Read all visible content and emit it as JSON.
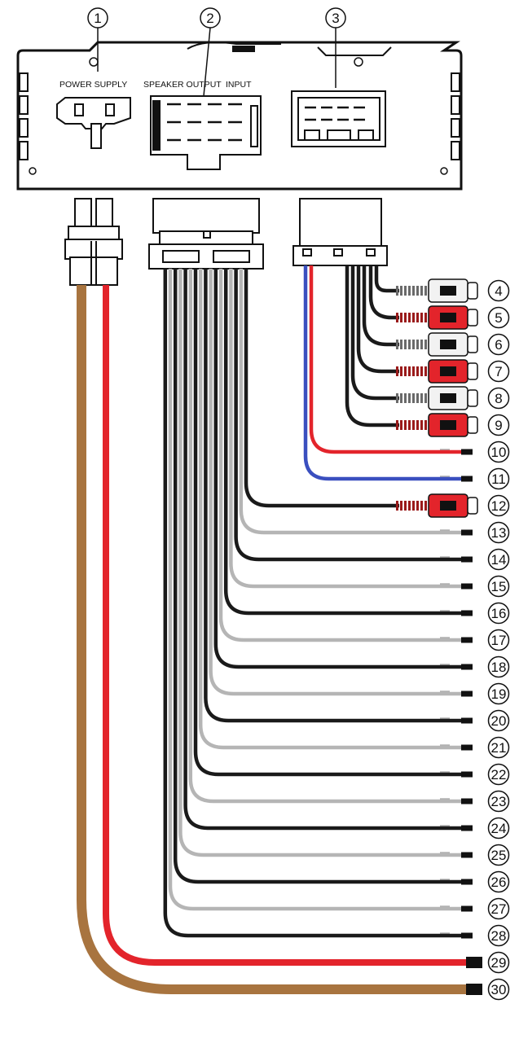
{
  "port_labels": {
    "power": "POWER SUPPLY",
    "speaker": "SPEAKER OUTPUT",
    "input": "INPUT"
  },
  "top_callouts": [
    "1",
    "2",
    "3"
  ],
  "wire_callouts": [
    "4",
    "5",
    "6",
    "7",
    "8",
    "9",
    "10",
    "11",
    "12",
    "13",
    "14",
    "15",
    "16",
    "17",
    "18",
    "19",
    "20",
    "21",
    "22",
    "23",
    "24",
    "25",
    "26",
    "27",
    "28",
    "29",
    "30"
  ],
  "colors": {
    "black": "#1a1a1a",
    "gray": "#b5b5b5",
    "red": "#e3242b",
    "blue": "#3a4fbf",
    "brown": "#a8743f",
    "rca_red": "#e3242b",
    "rca_white": "#f2f2f2"
  },
  "wires": [
    {
      "id": "4",
      "type": "rca",
      "color": "white"
    },
    {
      "id": "5",
      "type": "rca",
      "color": "red"
    },
    {
      "id": "6",
      "type": "rca",
      "color": "white"
    },
    {
      "id": "7",
      "type": "rca",
      "color": "red"
    },
    {
      "id": "8",
      "type": "rca",
      "color": "white"
    },
    {
      "id": "9",
      "type": "rca",
      "color": "red"
    },
    {
      "id": "10",
      "type": "lead",
      "color": "red"
    },
    {
      "id": "11",
      "type": "lead",
      "color": "blue"
    },
    {
      "id": "12",
      "type": "rca",
      "color": "red"
    },
    {
      "id": "13",
      "type": "lead",
      "color": "gray"
    },
    {
      "id": "14",
      "type": "lead",
      "color": "black"
    },
    {
      "id": "15",
      "type": "lead",
      "color": "gray"
    },
    {
      "id": "16",
      "type": "lead",
      "color": "black"
    },
    {
      "id": "17",
      "type": "lead",
      "color": "gray"
    },
    {
      "id": "18",
      "type": "lead",
      "color": "black"
    },
    {
      "id": "19",
      "type": "lead",
      "color": "gray"
    },
    {
      "id": "20",
      "type": "lead",
      "color": "black"
    },
    {
      "id": "21",
      "type": "lead",
      "color": "gray"
    },
    {
      "id": "22",
      "type": "lead",
      "color": "black"
    },
    {
      "id": "23",
      "type": "lead",
      "color": "gray"
    },
    {
      "id": "24",
      "type": "lead",
      "color": "black"
    },
    {
      "id": "25",
      "type": "lead",
      "color": "gray"
    },
    {
      "id": "26",
      "type": "lead",
      "color": "black"
    },
    {
      "id": "27",
      "type": "lead",
      "color": "gray"
    },
    {
      "id": "28",
      "type": "lead",
      "color": "black"
    },
    {
      "id": "29",
      "type": "power",
      "color": "red"
    },
    {
      "id": "30",
      "type": "power",
      "color": "brown"
    }
  ]
}
